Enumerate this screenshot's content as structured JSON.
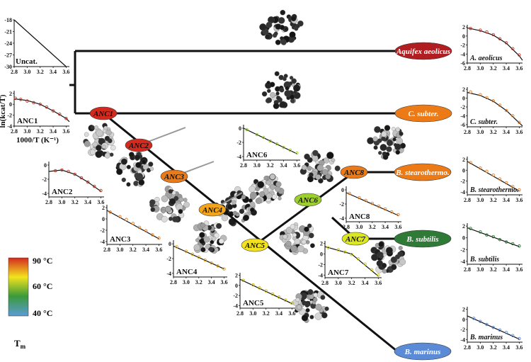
{
  "tree": {
    "nodes": [
      {
        "id": "ANC1",
        "label": "ANC1",
        "color": "#d42a1e"
      },
      {
        "id": "ANC2",
        "label": "ANC2",
        "color": "#d42a1e"
      },
      {
        "id": "ANC3",
        "label": "ANC3",
        "color": "#ec7b17"
      },
      {
        "id": "ANC4",
        "label": "ANC4",
        "color": "#f2a41a"
      },
      {
        "id": "ANC5",
        "label": "ANC5",
        "color": "#f2e31e"
      },
      {
        "id": "ANC6",
        "label": "ANC6",
        "color": "#9fcf2e"
      },
      {
        "id": "ANC7",
        "label": "ANC7",
        "color": "#dce81d"
      },
      {
        "id": "ANC8",
        "label": "ANC8",
        "color": "#ec7b17"
      }
    ],
    "leaves": [
      {
        "id": "aquifex",
        "label": "Aquifex aeolicus",
        "color": "#b01e22"
      },
      {
        "id": "csubter",
        "label": "C. subter.",
        "color": "#ec7b17"
      },
      {
        "id": "bstearo",
        "label": "B. stearothermo.",
        "color": "#ec7b17"
      },
      {
        "id": "bsubtilis",
        "label": "B. subtilis",
        "color": "#2f7a36"
      },
      {
        "id": "bmarinus",
        "label": "B. marinus",
        "color": "#5b8bd6"
      }
    ]
  },
  "chart_data": [
    {
      "id": "uncat",
      "type": "line",
      "title": "Uncat.",
      "x_ticks": [
        "2.8",
        "3.0",
        "3.2",
        "3.4",
        "3.6"
      ],
      "y_ticks": [
        "-18",
        "-21",
        "-24",
        "-27",
        "-30"
      ],
      "ylim": [
        -30,
        -18
      ],
      "line": [
        [
          2.8,
          -18
        ],
        [
          3.6,
          -30
        ]
      ],
      "points": [],
      "point_color": "#555555"
    },
    {
      "id": "anc1",
      "type": "scatter",
      "title": "ANC1",
      "xlabel": "1000/T (K⁻¹)",
      "ylabel": "ln(kcat/T)",
      "x_ticks": [
        "2.8",
        "3.0",
        "3.2",
        "3.4",
        "3.6"
      ],
      "y_ticks": [
        "2",
        "0",
        "-2",
        "-4"
      ],
      "ylim": [
        -4,
        2.5
      ],
      "line": [
        [
          2.8,
          1.0
        ],
        [
          3.0,
          0.7
        ],
        [
          3.2,
          0.0
        ],
        [
          3.4,
          -1.2
        ],
        [
          3.6,
          -2.6
        ],
        [
          3.65,
          -3.2
        ]
      ],
      "points": [
        [
          2.82,
          1.1
        ],
        [
          2.9,
          0.9
        ],
        [
          3.0,
          0.6
        ],
        [
          3.1,
          0.3
        ],
        [
          3.2,
          0.0
        ],
        [
          3.3,
          -0.5
        ],
        [
          3.4,
          -1.2
        ],
        [
          3.5,
          -1.8
        ],
        [
          3.6,
          -2.6
        ]
      ],
      "point_color": "#c0392b"
    },
    {
      "id": "anc2",
      "type": "scatter",
      "title": "ANC2",
      "x_ticks": [
        "2.8",
        "3.0",
        "3.2",
        "3.4",
        "3.6"
      ],
      "y_ticks": [
        "0",
        "-2",
        "-4"
      ],
      "ylim": [
        -4.5,
        0.5
      ],
      "line": [
        [
          2.8,
          -0.9
        ],
        [
          3.0,
          -0.7
        ],
        [
          3.2,
          -1.3
        ],
        [
          3.4,
          -2.4
        ],
        [
          3.6,
          -3.7
        ]
      ],
      "points": [
        [
          2.9,
          -0.8
        ],
        [
          3.0,
          -0.7
        ],
        [
          3.1,
          -0.9
        ],
        [
          3.2,
          -1.3
        ],
        [
          3.3,
          -1.8
        ],
        [
          3.4,
          -2.4
        ],
        [
          3.5,
          -3.0
        ],
        [
          3.6,
          -3.6
        ]
      ],
      "point_color": "#c0392b"
    },
    {
      "id": "anc3",
      "type": "scatter",
      "title": "ANC3",
      "x_ticks": [
        "2.8",
        "3.0",
        "3.2",
        "3.4",
        "3.6"
      ],
      "y_ticks": [
        "2",
        "0",
        "-2",
        "-4"
      ],
      "ylim": [
        -4.5,
        2.5
      ],
      "line": [
        [
          2.8,
          1.5
        ],
        [
          3.6,
          -3.5
        ]
      ],
      "points": [
        [
          2.85,
          1.2
        ],
        [
          3.0,
          0.4
        ],
        [
          3.1,
          -0.1
        ],
        [
          3.2,
          -0.8
        ],
        [
          3.3,
          -1.5
        ],
        [
          3.4,
          -2.1
        ],
        [
          3.5,
          -2.8
        ],
        [
          3.6,
          -3.4
        ]
      ],
      "point_color": "#e67e22"
    },
    {
      "id": "anc4",
      "type": "scatter",
      "title": "ANC4",
      "x_ticks": [
        "2.8",
        "3.0",
        "3.2",
        "3.4",
        "3.6"
      ],
      "y_ticks": [
        "0",
        "-2",
        "-4"
      ],
      "ylim": [
        -4.5,
        0.5
      ],
      "line": [
        [
          2.8,
          -0.3
        ],
        [
          3.6,
          -3.4
        ]
      ],
      "points": [
        [
          2.85,
          -0.4
        ],
        [
          3.0,
          -1.0
        ],
        [
          3.1,
          -1.4
        ],
        [
          3.2,
          -1.8
        ],
        [
          3.3,
          -2.2
        ],
        [
          3.4,
          -2.6
        ],
        [
          3.5,
          -3.0
        ],
        [
          3.6,
          -3.4
        ]
      ],
      "point_color": "#e6a817"
    },
    {
      "id": "anc5",
      "type": "scatter",
      "title": "ANC5",
      "x_ticks": [
        "2.8",
        "3.0",
        "3.2",
        "3.4",
        "3.6"
      ],
      "y_ticks": [
        "2",
        "0",
        "-2",
        "-4"
      ],
      "ylim": [
        -4.5,
        2.5
      ],
      "line": [
        [
          2.8,
          1.2
        ],
        [
          3.6,
          -3.6
        ]
      ],
      "points": [
        [
          2.85,
          1.0
        ],
        [
          3.0,
          0.1
        ],
        [
          3.1,
          -0.5
        ],
        [
          3.2,
          -1.1
        ],
        [
          3.3,
          -1.7
        ],
        [
          3.4,
          -2.3
        ],
        [
          3.5,
          -2.9
        ],
        [
          3.6,
          -3.5
        ]
      ],
      "point_color": "#c9b800"
    },
    {
      "id": "anc6",
      "type": "scatter",
      "title": "ANC6",
      "x_ticks": [
        "2.8",
        "3.0",
        "3.2",
        "3.4",
        "3.6"
      ],
      "y_ticks": [
        "0",
        "-2",
        "-4"
      ],
      "ylim": [
        -4.5,
        0.5
      ],
      "line": [
        [
          2.8,
          0.0
        ],
        [
          3.6,
          -3.6
        ]
      ],
      "points": [
        [
          2.85,
          -0.2
        ],
        [
          3.0,
          -0.9
        ],
        [
          3.1,
          -1.3
        ],
        [
          3.2,
          -1.8
        ],
        [
          3.3,
          -2.2
        ],
        [
          3.4,
          -2.7
        ],
        [
          3.5,
          -3.1
        ],
        [
          3.6,
          -3.5
        ]
      ],
      "point_color": "#9fcf2e"
    },
    {
      "id": "anc7",
      "type": "scatter",
      "title": "ANC7",
      "x_ticks": [
        "2.8",
        "3.0",
        "3.2",
        "3.4",
        "3.6"
      ],
      "y_ticks": [
        "2",
        "0",
        "-2",
        "-4"
      ],
      "ylim": [
        -4.5,
        2.5
      ],
      "line": [
        [
          2.8,
          1.4
        ],
        [
          3.2,
          0.0
        ],
        [
          3.6,
          -4.2
        ]
      ],
      "points": [
        [
          2.85,
          1.2
        ],
        [
          3.0,
          0.8
        ],
        [
          3.1,
          0.4
        ],
        [
          3.2,
          -0.1
        ],
        [
          3.3,
          -0.9
        ],
        [
          3.4,
          -1.9
        ],
        [
          3.5,
          -3.0
        ],
        [
          3.6,
          -4.0
        ]
      ],
      "point_color": "#c9c900"
    },
    {
      "id": "anc8",
      "type": "scatter",
      "title": "ANC8",
      "x_ticks": [
        "2.8",
        "3.0",
        "3.2",
        "3.4",
        "3.6"
      ],
      "y_ticks": [
        "0",
        "-2",
        "-4"
      ],
      "ylim": [
        -4.5,
        0.5
      ],
      "line": [
        [
          2.8,
          -0.4
        ],
        [
          3.6,
          -3.6
        ]
      ],
      "points": [
        [
          2.85,
          -0.5
        ],
        [
          3.0,
          -1.1
        ],
        [
          3.1,
          -1.5
        ],
        [
          3.2,
          -1.9
        ],
        [
          3.3,
          -2.3
        ],
        [
          3.4,
          -2.7
        ],
        [
          3.5,
          -3.1
        ],
        [
          3.6,
          -3.5
        ]
      ],
      "point_color": "#e67e22"
    },
    {
      "id": "aeolicus",
      "type": "scatter",
      "title": "A. aeolicus",
      "x_ticks": [
        "2.8",
        "3.0",
        "3.2",
        "3.4",
        "3.6"
      ],
      "y_ticks": [
        "2",
        "0",
        "-2",
        "-4",
        "-6"
      ],
      "ylim": [
        -6,
        2.5
      ],
      "line": [
        [
          2.8,
          1.8
        ],
        [
          3.0,
          1.2
        ],
        [
          3.2,
          0.2
        ],
        [
          3.4,
          -1.6
        ],
        [
          3.6,
          -4.4
        ],
        [
          3.65,
          -5.4
        ]
      ],
      "points": [
        [
          2.85,
          1.7
        ],
        [
          3.0,
          1.3
        ],
        [
          3.1,
          0.9
        ],
        [
          3.2,
          0.3
        ],
        [
          3.3,
          -0.6
        ],
        [
          3.4,
          -1.5
        ],
        [
          3.5,
          -2.8
        ],
        [
          3.6,
          -4.2
        ]
      ],
      "point_color": "#c0392b"
    },
    {
      "id": "csubter",
      "type": "scatter",
      "title": "C. subter.",
      "x_ticks": [
        "2.8",
        "3.0",
        "3.2",
        "3.4",
        "3.6"
      ],
      "y_ticks": [
        "2",
        "0",
        "-2",
        "-4",
        "-6"
      ],
      "ylim": [
        -6.5,
        2.5
      ],
      "line": [
        [
          2.8,
          1.3
        ],
        [
          3.0,
          0.6
        ],
        [
          3.2,
          -0.7
        ],
        [
          3.4,
          -2.8
        ],
        [
          3.6,
          -5.6
        ],
        [
          3.65,
          -6.3
        ]
      ],
      "points": [
        [
          2.85,
          1.4
        ],
        [
          3.0,
          0.8
        ],
        [
          3.1,
          0.1
        ],
        [
          3.2,
          -0.6
        ],
        [
          3.3,
          -1.6
        ],
        [
          3.4,
          -2.8
        ],
        [
          3.5,
          -4.0
        ],
        [
          3.6,
          -5.5
        ]
      ],
      "point_color": "#e67e22"
    },
    {
      "id": "bstearo",
      "type": "scatter",
      "title": "B. stearothermo.",
      "x_ticks": [
        "2.8",
        "3.0",
        "3.2",
        "3.4",
        "3.6"
      ],
      "y_ticks": [
        "2",
        "0",
        "-2",
        "-4"
      ],
      "ylim": [
        -4.5,
        2.5
      ],
      "line": [
        [
          2.8,
          1.6
        ],
        [
          3.6,
          -3.8
        ]
      ],
      "points": [
        [
          2.85,
          1.4
        ],
        [
          3.0,
          0.4
        ],
        [
          3.1,
          -0.2
        ],
        [
          3.2,
          -0.9
        ],
        [
          3.3,
          -1.6
        ],
        [
          3.4,
          -2.3
        ],
        [
          3.5,
          -3.0
        ],
        [
          3.6,
          -3.6
        ]
      ],
      "point_color": "#e67e22"
    },
    {
      "id": "bsubtilis",
      "type": "scatter",
      "title": "B. subtilis",
      "x_ticks": [
        "2.8",
        "3.0",
        "3.2",
        "3.4",
        "3.6"
      ],
      "y_ticks": [
        "2",
        "0",
        "-2",
        "-4"
      ],
      "ylim": [
        -4.5,
        2.5
      ],
      "line": [
        [
          2.8,
          1.7
        ],
        [
          3.6,
          -1.5
        ]
      ],
      "points": [
        [
          2.85,
          1.6
        ],
        [
          3.0,
          1.0
        ],
        [
          3.1,
          0.5
        ],
        [
          3.2,
          0.2
        ],
        [
          3.3,
          -0.3
        ],
        [
          3.4,
          -0.7
        ],
        [
          3.5,
          -1.0
        ],
        [
          3.6,
          -1.4
        ]
      ],
      "point_color": "#2f7a36"
    },
    {
      "id": "bmarinus",
      "type": "scatter",
      "title": "B. marinus",
      "x_ticks": [
        "2.8",
        "3.0",
        "3.2",
        "3.4",
        "3.6"
      ],
      "y_ticks": [
        "2",
        "0",
        "-2",
        "-4"
      ],
      "ylim": [
        -4.5,
        2.5
      ],
      "line": [
        [
          2.8,
          0.7
        ],
        [
          3.6,
          -3.9
        ]
      ],
      "points": [
        [
          2.9,
          0.2
        ],
        [
          3.0,
          -0.4
        ],
        [
          3.1,
          -1.0
        ],
        [
          3.2,
          -1.6
        ],
        [
          3.3,
          -2.1
        ],
        [
          3.4,
          -2.6
        ],
        [
          3.5,
          -3.2
        ],
        [
          3.6,
          -3.8
        ]
      ],
      "point_color": "#5b8bd6"
    }
  ],
  "legend": {
    "ticks": [
      "90 °C",
      "60 °C",
      "40 °C"
    ],
    "title": "T",
    "title_sub": "m",
    "colors": [
      "#d42a1e",
      "#ec7b17",
      "#f2e31e",
      "#3a9a3a",
      "#5b9bd6"
    ]
  }
}
